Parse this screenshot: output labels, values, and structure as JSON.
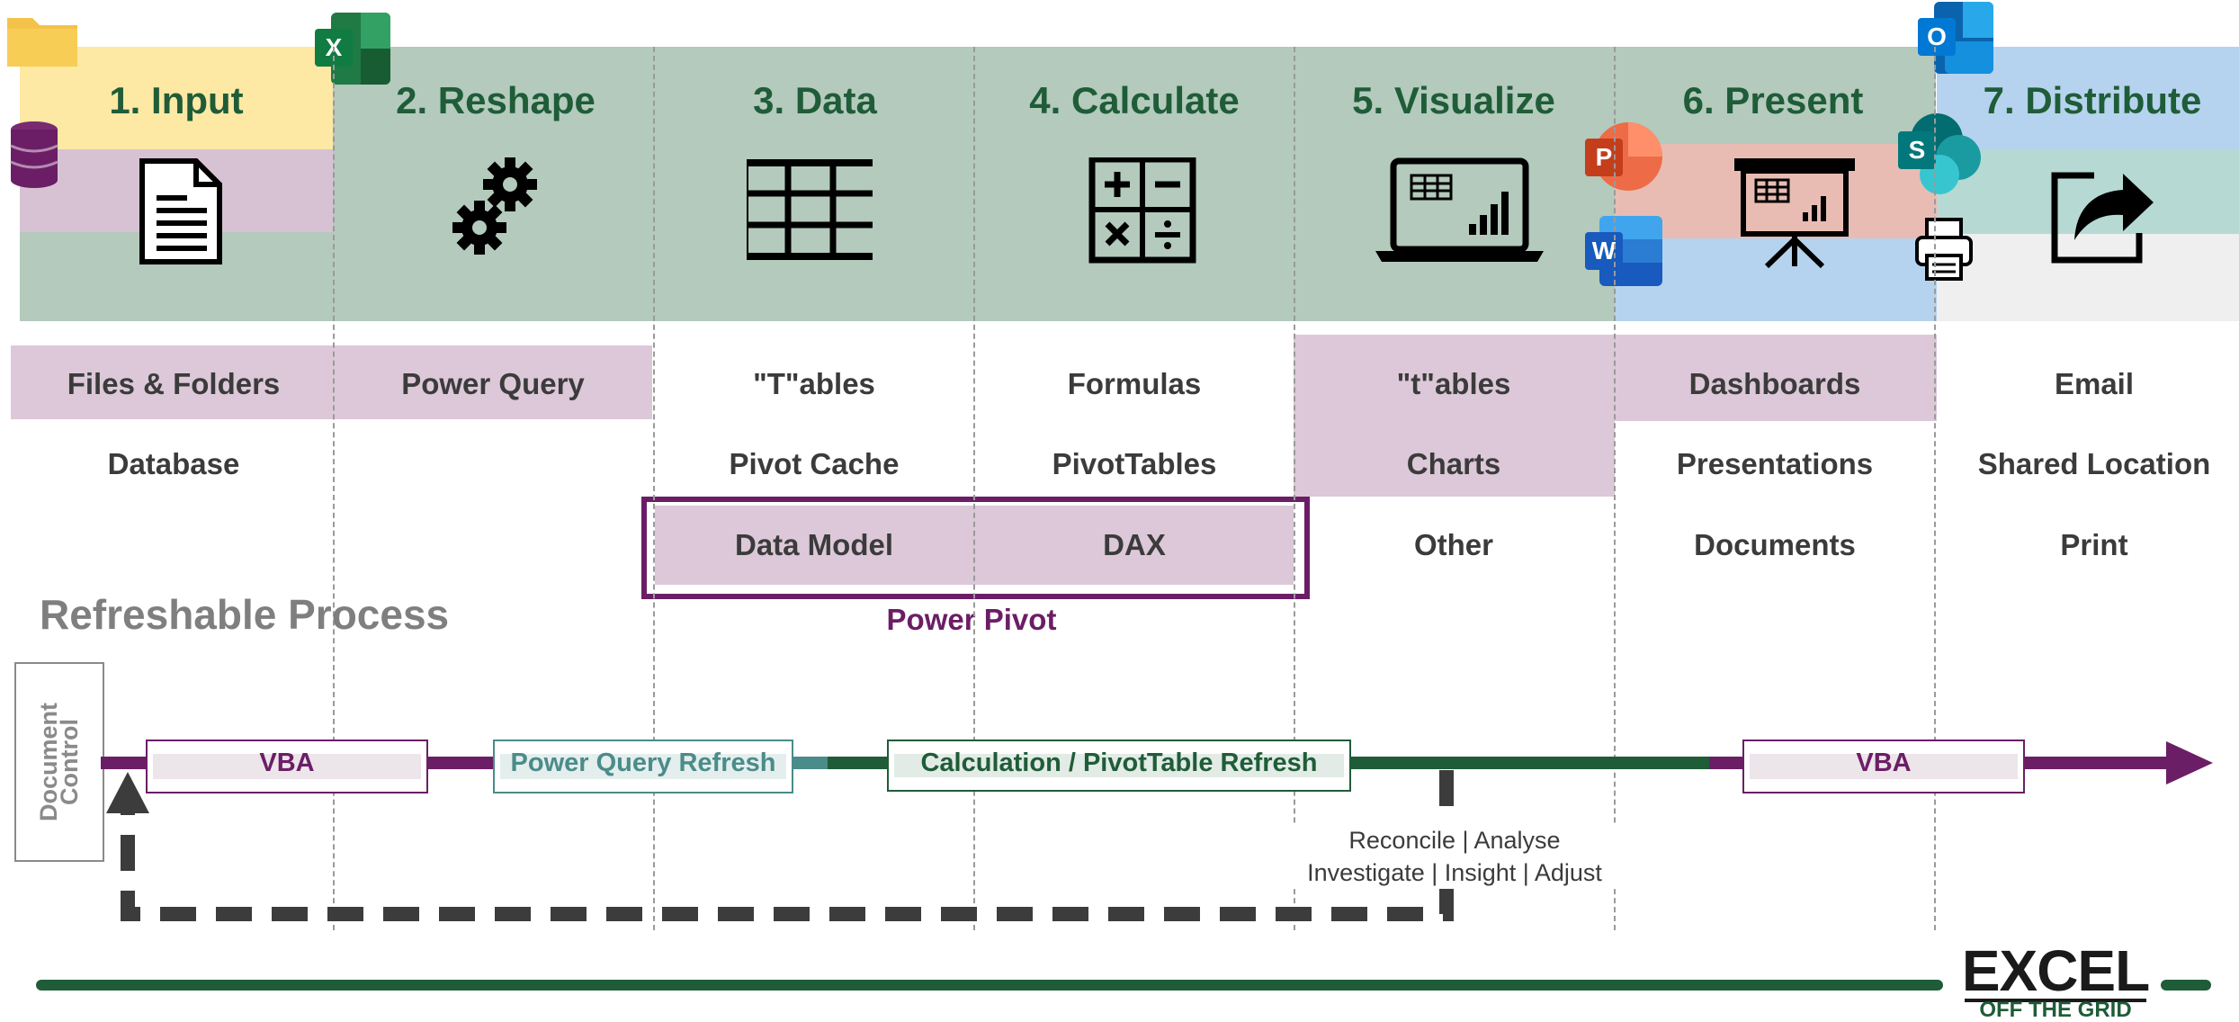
{
  "stages": [
    {
      "title": "1. Input"
    },
    {
      "title": "2. Reshape"
    },
    {
      "title": "3. Data"
    },
    {
      "title": "4. Calculate"
    },
    {
      "title": "5. Visualize"
    },
    {
      "title": "6. Present"
    },
    {
      "title": "7. Distribute"
    }
  ],
  "tools": {
    "input": [
      "Files & Folders",
      "Database"
    ],
    "reshape": [
      "Power Query"
    ],
    "data": [
      "\"T\"ables",
      "Pivot Cache",
      "Data Model"
    ],
    "calculate": [
      "Formulas",
      "PivotTables",
      "DAX"
    ],
    "visualize": [
      "\"t\"ables",
      "Charts",
      "Other"
    ],
    "present": [
      "Dashboards",
      "Presentations",
      "Documents"
    ],
    "distribute": [
      "Email",
      "Shared Location",
      "Print"
    ]
  },
  "power_pivot_label": "Power Pivot",
  "process": {
    "heading": "Refreshable Process",
    "document_control": "Document Control",
    "vba_left": "VBA",
    "pq_refresh": "Power Query Refresh",
    "calc_refresh": "Calculation / PivotTable Refresh",
    "vba_right": "VBA",
    "review_line1": "Reconcile | Analyse",
    "review_line2": "Investigate | Insight | Adjust"
  },
  "app_badges": {
    "excel": "X",
    "powerpoint": "P",
    "word": "W",
    "sharepoint": "S",
    "outlook": "O"
  },
  "logo": {
    "line1": "EXCEL",
    "line2": "OFF THE GRID"
  },
  "colors": {
    "header_green": "#b3cabc",
    "title_green": "#1f5c38",
    "input_yellow": "#fde8a4",
    "database_purple": "#d7c2d4",
    "highlight_purple": "#dcc8d8",
    "present_pink": "#e9bcb3",
    "present_blue": "#b5d3ee",
    "distribute_teal": "#b7d9d3",
    "distribute_grey": "#efefef",
    "power_pivot": "#6b1e66",
    "flow_purple": "#6b1e66",
    "flow_teal": "#4a8c8a",
    "flow_green": "#1f5c38",
    "loop_grey": "#3c3c3c"
  }
}
